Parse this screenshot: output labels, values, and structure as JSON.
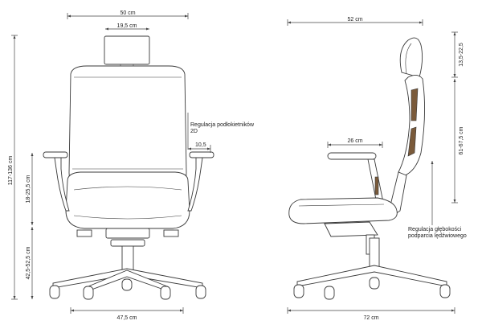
{
  "front": {
    "width_total": "50 cm",
    "headrest_width": "19,5 cm",
    "height_total": "117-136 cm",
    "armrest_height": "18-25,5 cm",
    "seat_height": "42,5-52,5 cm",
    "base_width": "47,5 cm",
    "armrest_adjust": "Regulacja podłokietników",
    "armrest_adjust_2d": "2D",
    "armrest_offset": "10,5"
  },
  "side": {
    "depth_total": "52 cm",
    "seat_depth": "26 cm",
    "headrest_range": "13,5-22,5",
    "back_height": "61-67,5 cm",
    "base_depth": "72 cm",
    "lumbar_line1": "Regulacja głębokości",
    "lumbar_line2": "podparcia lędźwiowego"
  }
}
